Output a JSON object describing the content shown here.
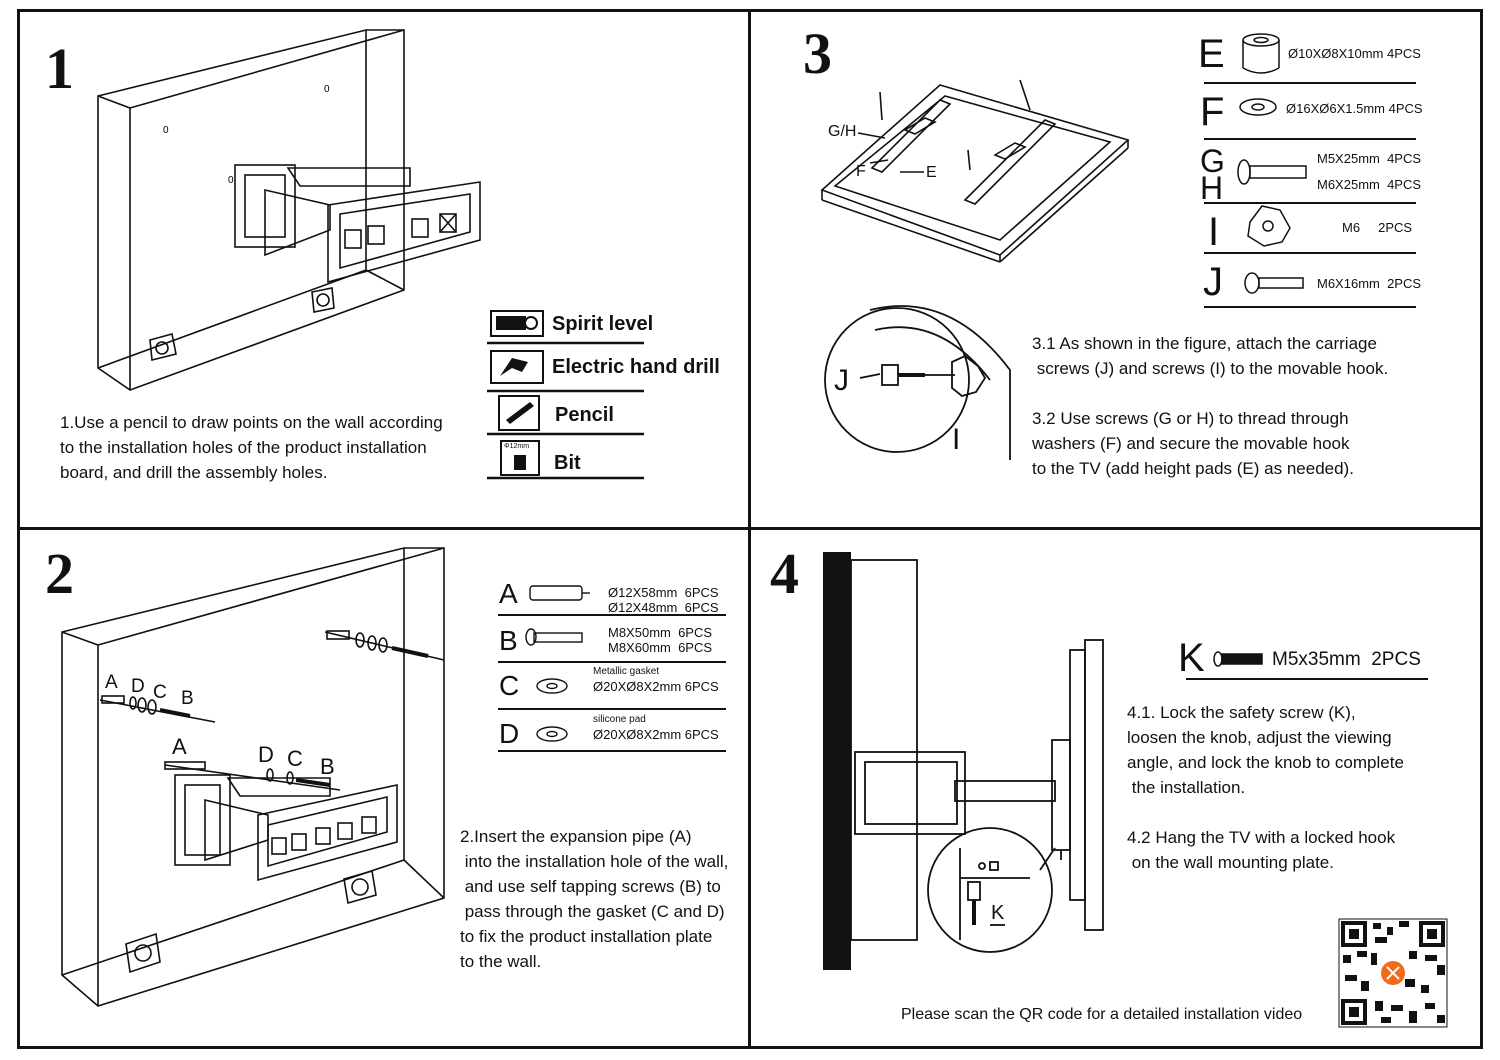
{
  "steps": [
    {
      "number": "1",
      "text": "1.Use a pencil to draw points on the wall according\nto the installation holes of the product installation\nboard, and drill the assembly holes."
    },
    {
      "number": "2",
      "text": "2.Insert the expansion pipe (A)\n into the installation hole of the wall,\n and use self tapping screws (B) to\n pass through the gasket (C and D)\nto fix the product installation plate\nto the wall."
    },
    {
      "number": "3",
      "text": "3.1 As shown in the figure, attach the carriage\n screws (J) and screws (I) to the movable hook.\n\n3.2 Use screws (G or H) to thread through\nwashers (F) and secure the movable hook\nto the TV (add height pads (E) as needed)."
    },
    {
      "number": "4",
      "text": "4.1. Lock the safety screw (K),\nloosen the knob, adjust the viewing\nangle, and lock the knob to complete\n the installation.\n\n4.2 Hang the TV with a locked hook\n on the wall mounting plate."
    }
  ],
  "tools": [
    {
      "name": "Spirit level",
      "icon": "spirit-level-icon"
    },
    {
      "name": "Electric hand drill",
      "icon": "drill-icon"
    },
    {
      "name": "Pencil",
      "icon": "pencil-icon"
    },
    {
      "name": "Bit",
      "icon": "bit-icon",
      "note": "Φ12mm"
    }
  ],
  "parts_wall": [
    {
      "letter": "A",
      "specs": "Ø12X58mm  6PCS\nØ12X48mm  6PCS",
      "icon": "expansion-anchor-icon"
    },
    {
      "letter": "B",
      "specs": "M8X50mm  6PCS\nM8X60mm  6PCS",
      "icon": "lag-screw-icon"
    },
    {
      "letter": "C",
      "caption": "Metallic gasket",
      "specs": "Ø20XØ8X2mm 6PCS",
      "icon": "metal-washer-icon"
    },
    {
      "letter": "D",
      "caption": "silicone pad",
      "specs": "Ø20XØ8X2mm 6PCS",
      "icon": "silicone-pad-icon"
    }
  ],
  "parts_tv": [
    {
      "letter": "E",
      "specs": "Ø10XØ8X10mm 4PCS",
      "icon": "spacer-icon"
    },
    {
      "letter": "F",
      "specs": "Ø16XØ6X1.5mm 4PCS",
      "icon": "washer-icon"
    },
    {
      "letter": "G",
      "letter2": "H",
      "specs": "M5X25mm  4PCS",
      "specs2": "M6X25mm  4PCS",
      "icon": "bolt-icon"
    },
    {
      "letter": "I",
      "specs": "M6     2PCS",
      "icon": "star-knob-icon"
    },
    {
      "letter": "J",
      "specs": "M6X16mm  2PCS",
      "icon": "carriage-screw-icon"
    }
  ],
  "part_k": {
    "letter": "K",
    "specs": "M5x35mm  2PCS",
    "icon": "safety-screw-icon"
  },
  "diagram_labels": {
    "s2_top": [
      "A",
      "D",
      "C",
      "B"
    ],
    "s2_mid": [
      "A",
      "D",
      "C",
      "B"
    ],
    "s3_gh": "G/H",
    "s3_f": "F",
    "s3_e": "E",
    "s3_j": "J",
    "s3_i": "I",
    "s4_k": "K",
    "hole_mark": "0"
  },
  "qr": {
    "caption": "Please scan the QR code for a detailed installation video",
    "accent": "#f26a1b"
  }
}
